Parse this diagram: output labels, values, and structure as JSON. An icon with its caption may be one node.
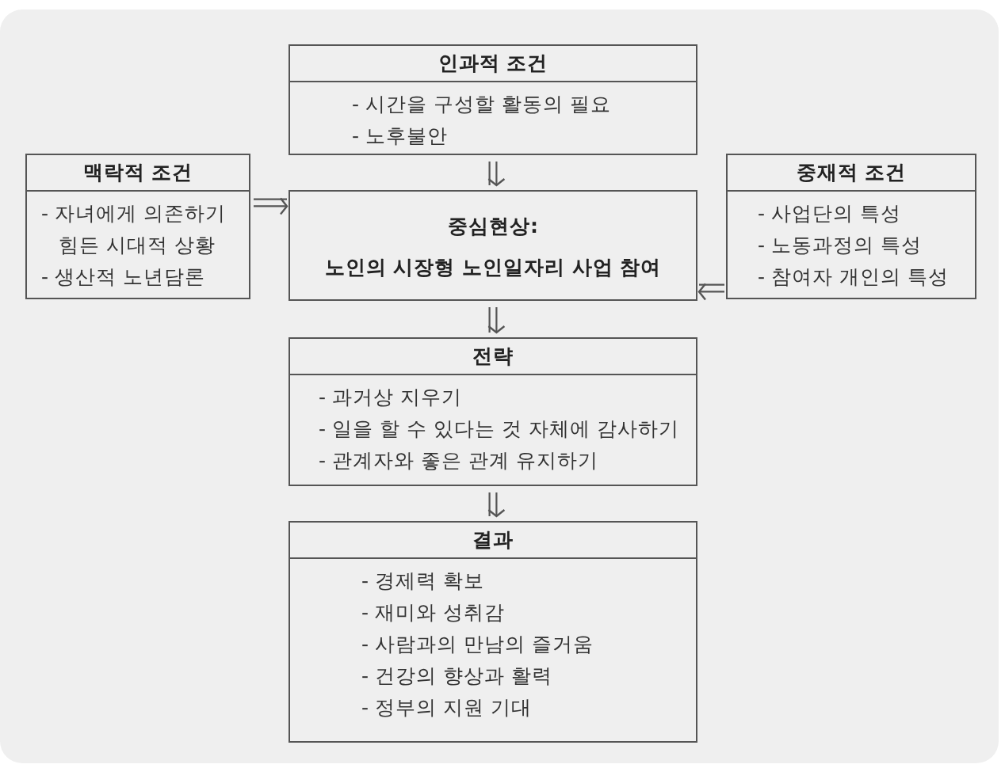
{
  "diagram": {
    "nodes": [
      {
        "text": [
          "인과적 조건",
          "- 시간을 구성할 활동의 필요",
          "- 노후불안"
        ]
      },
      {
        "text": [
          "맥락적 조건",
          "- 자녀에게 의존하기 힘든 시대적 상황",
          "- 생산적 노년담론"
        ]
      },
      {
        "text": [
          "중심현상:",
          "노인의 시장형 노인일자리 사업 참여"
        ]
      },
      {
        "text": [
          "중재적 조건",
          "- 사업단의 특성",
          "- 노동과정의 특성",
          "- 참여자 개인의 특성"
        ]
      },
      {
        "text": [
          "전략",
          "- 과거상 지우기",
          "- 일을 할 수 있다는 것 자체에 감사하기",
          "- 관계자와 좋은 관계 유지하기"
        ]
      },
      {
        "text": [
          "결과",
          "- 경제력 확보",
          "- 재미와 성취감",
          "- 사람과의 만남의 즐거움",
          "- 건강의 향상과 활력",
          "- 정부의 지원 기대"
        ]
      }
    ],
    "edges": [
      {
        "from": 0,
        "to": 2,
        "arrow": "to"
      },
      {
        "from": 1,
        "to": 2,
        "arrow": "to"
      },
      {
        "from": 3,
        "to": 2,
        "arrow": "to"
      },
      {
        "from": 2,
        "to": 4,
        "arrow": "to"
      },
      {
        "from": 4,
        "to": 5,
        "arrow": "to"
      }
    ]
  }
}
